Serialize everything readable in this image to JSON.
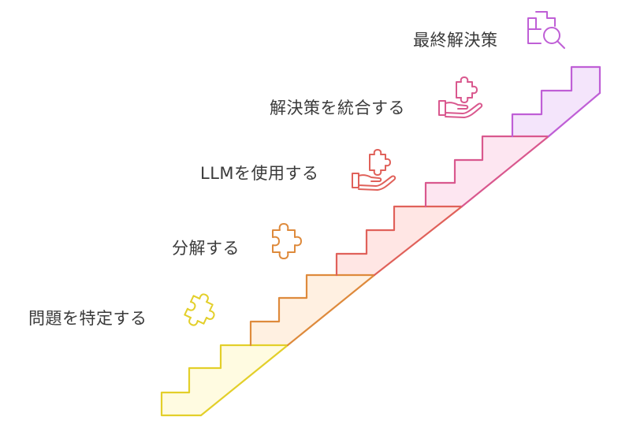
{
  "steps": [
    {
      "label": "問題を特定する",
      "icon": "puzzle-piece-icon",
      "color": "#e3cf2a",
      "fill": "#fffbe1"
    },
    {
      "label": "分解する",
      "icon": "puzzle-piece-icon",
      "color": "#de8a3c",
      "fill": "#fff0e1"
    },
    {
      "label": "LLMを使用する",
      "icon": "hand-holding-puzzle-icon",
      "color": "#e0615a",
      "fill": "#ffe6e4"
    },
    {
      "label": "解決策を統合する",
      "icon": "hand-holding-puzzle-icon",
      "color": "#d9588e",
      "fill": "#fde6f1"
    },
    {
      "label": "最終解決策",
      "icon": "puzzle-magnifier-icon",
      "color": "#bf5fd6",
      "fill": "#f4e5fb"
    }
  ]
}
